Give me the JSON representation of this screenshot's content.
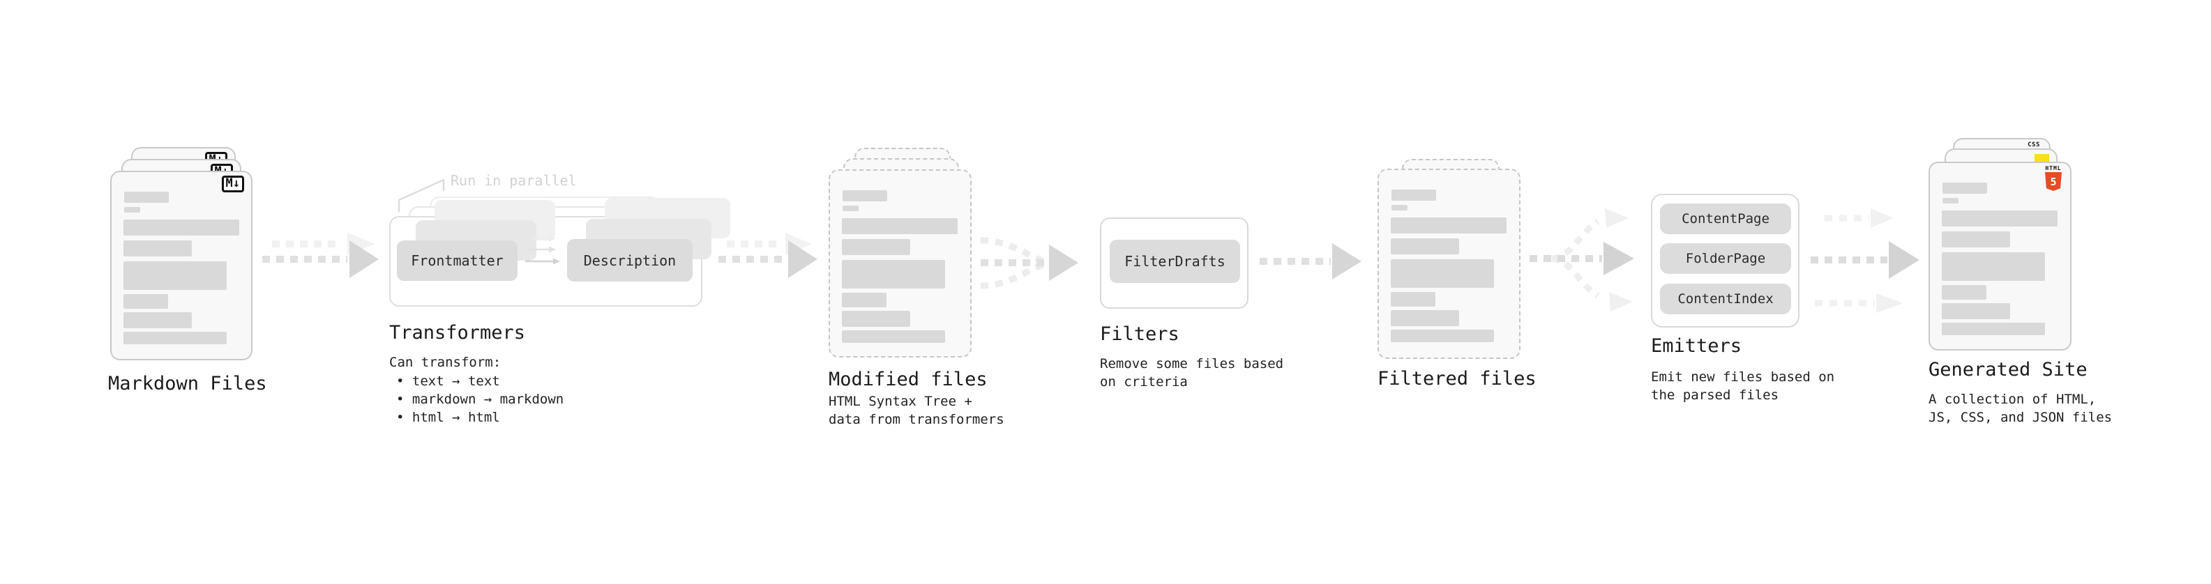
{
  "diagram": {
    "markdown_files": {
      "label": "Markdown Files",
      "badge": "M↓"
    },
    "transformers": {
      "annotation": "Run in parallel",
      "chips": [
        "Frontmatter",
        "Description"
      ],
      "label": "Transformers",
      "desc_title": "Can transform:",
      "bullets": [
        "• text → text",
        "• markdown → markdown",
        "• html → html"
      ]
    },
    "modified_files": {
      "label": "Modified files",
      "desc_lines": [
        "HTML Syntax Tree +",
        "data from transformers"
      ]
    },
    "filters": {
      "chip": "FilterDrafts",
      "label": "Filters",
      "desc_lines": [
        "Remove some files based",
        "on criteria"
      ]
    },
    "filtered_files": {
      "label": "Filtered files"
    },
    "emitters": {
      "chips": [
        "ContentPage",
        "FolderPage",
        "ContentIndex"
      ],
      "label": "Emitters",
      "desc_lines": [
        "Emit new files based on",
        "the parsed files"
      ]
    },
    "generated_site": {
      "label": "Generated Site",
      "desc_lines": [
        "A collection of HTML,",
        "JS, CSS, and JSON files"
      ],
      "badges": {
        "html_label": "HTML",
        "html_number": "5",
        "css_label": "CSS"
      }
    }
  },
  "colors": {
    "html5_orange": "#e44d26",
    "js_yellow": "#f7df1e",
    "css_blue": "#2965f1",
    "bar_gray": "#d9d9d9"
  }
}
